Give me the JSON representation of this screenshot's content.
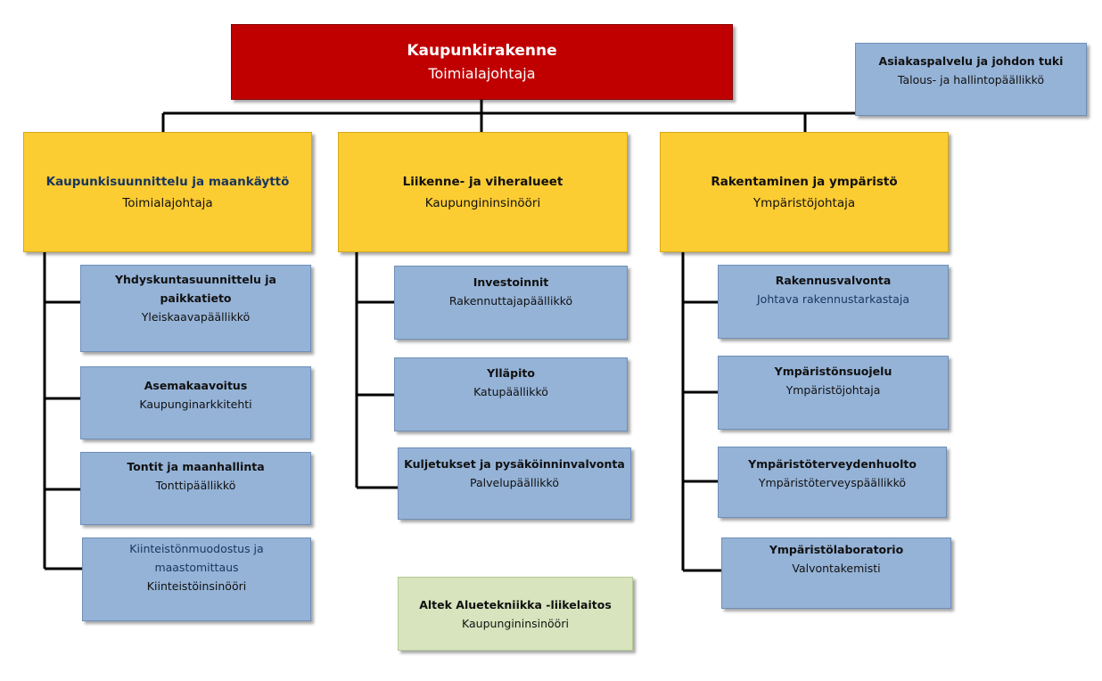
{
  "top": {
    "title": "Kaupunkirakenne",
    "subtitle": "Toimialajohtaja"
  },
  "staff": {
    "title": "Asiakaspalvelu ja johdon tuki",
    "subtitle": "Talous- ja hallintopäällikkö"
  },
  "divisions": [
    {
      "title": "Kaupunkisuunnittelu ja maankäyttö",
      "subtitle": "Toimialajohtaja"
    },
    {
      "title": "Liikenne- ja viheralueet",
      "subtitle": "Kaupungininsinööri"
    },
    {
      "title": "Rakentaminen ja ympäristö",
      "subtitle": "Ympäristöjohtaja"
    }
  ],
  "units": {
    "d1": [
      {
        "title": "Yhdyskuntasuunnittelu ja paikkatieto",
        "subtitle": "Yleiskaavapäällikkö"
      },
      {
        "title": "Asemakaavoitus",
        "subtitle": "Kaupunginarkkitehti"
      },
      {
        "title": "Tontit ja maanhallinta",
        "subtitle": "Tonttipäällikkö"
      },
      {
        "title": "Kiinteistönmuodostus ja maastomittaus",
        "subtitle": "Kiinteistöinsinööri"
      }
    ],
    "d2": [
      {
        "title": "Investoinnit",
        "subtitle": "Rakennuttajapäällikkö"
      },
      {
        "title": "Ylläpito",
        "subtitle": "Katupäällikkö"
      },
      {
        "title": "Kuljetukset ja pysäköinninvalvonta",
        "subtitle": "Palvelupäällikkö"
      }
    ],
    "d3": [
      {
        "title": "Rakennusvalvonta",
        "subtitle": "Johtava rakennustarkastaja"
      },
      {
        "title": "Ympäristönsuojelu",
        "subtitle": "Ympäristöjohtaja"
      },
      {
        "title": "Ympäristöterveydenhuolto",
        "subtitle": "Ympäristöterveyspäällikkö"
      },
      {
        "title": "Ympäristölaboratorio",
        "subtitle": "Valvontakemisti"
      }
    ]
  },
  "enterprise": {
    "title": "Altek Aluetekniikka -liikelaitos",
    "subtitle": "Kaupungininsinööri"
  },
  "colors": {
    "top": "#c00000",
    "division": "#fccc33",
    "unit": "#95b3d7",
    "enterprise": "#d7e4bd",
    "connector": "#000000"
  }
}
